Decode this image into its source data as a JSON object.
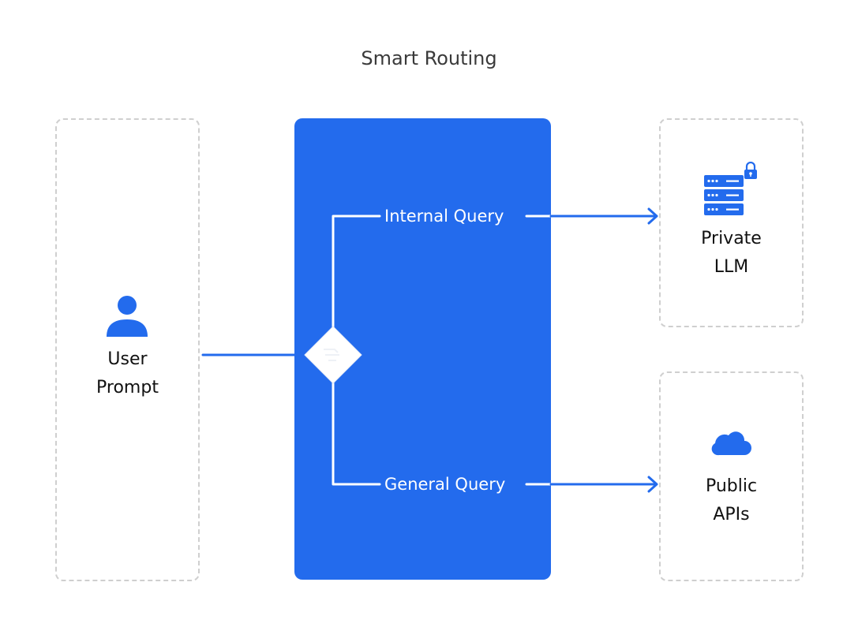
{
  "title": "Smart Routing",
  "source": {
    "label_line1": "User",
    "label_line2": "Prompt",
    "icon": "user-icon"
  },
  "router": {
    "icon": "router-diamond-icon",
    "branches": [
      {
        "label": "Internal Query"
      },
      {
        "label": "General Query"
      }
    ]
  },
  "destinations": [
    {
      "label_line1": "Private",
      "label_line2": "LLM",
      "icon": "server-lock-icon"
    },
    {
      "label_line1": "Public",
      "label_line2": "APIs",
      "icon": "cloud-icon"
    }
  ],
  "colors": {
    "accent": "#236bed",
    "dashed_border": "#cfcfcf",
    "text": "#111111",
    "title_text": "#3a3a3a"
  }
}
